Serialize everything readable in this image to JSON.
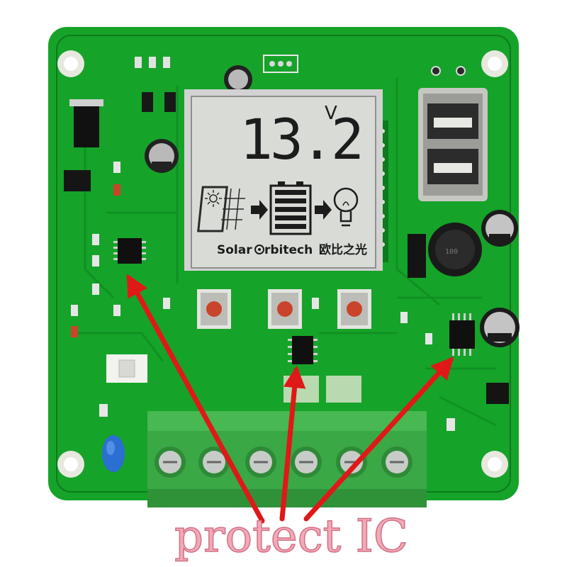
{
  "lcd": {
    "reading": "13.2",
    "unit": "V",
    "brand": "Solar",
    "brand_rest": "rbitech",
    "brand_cn": "欧比之光"
  },
  "caption": "protect IC",
  "colors": {
    "pcb": "#16a329",
    "pcb_dark": "#0d7a1c",
    "terminal": "#3aa845",
    "arrow": "#e01818",
    "caption": "#f2a9b8",
    "button": "#c9442b",
    "lcd": "#d9dcd6"
  },
  "icons": {
    "sun": "sun-icon",
    "panel": "solar-panel-icon",
    "battery": "battery-icon",
    "bulb": "light-bulb-icon",
    "arrow": "right-arrow-icon"
  }
}
